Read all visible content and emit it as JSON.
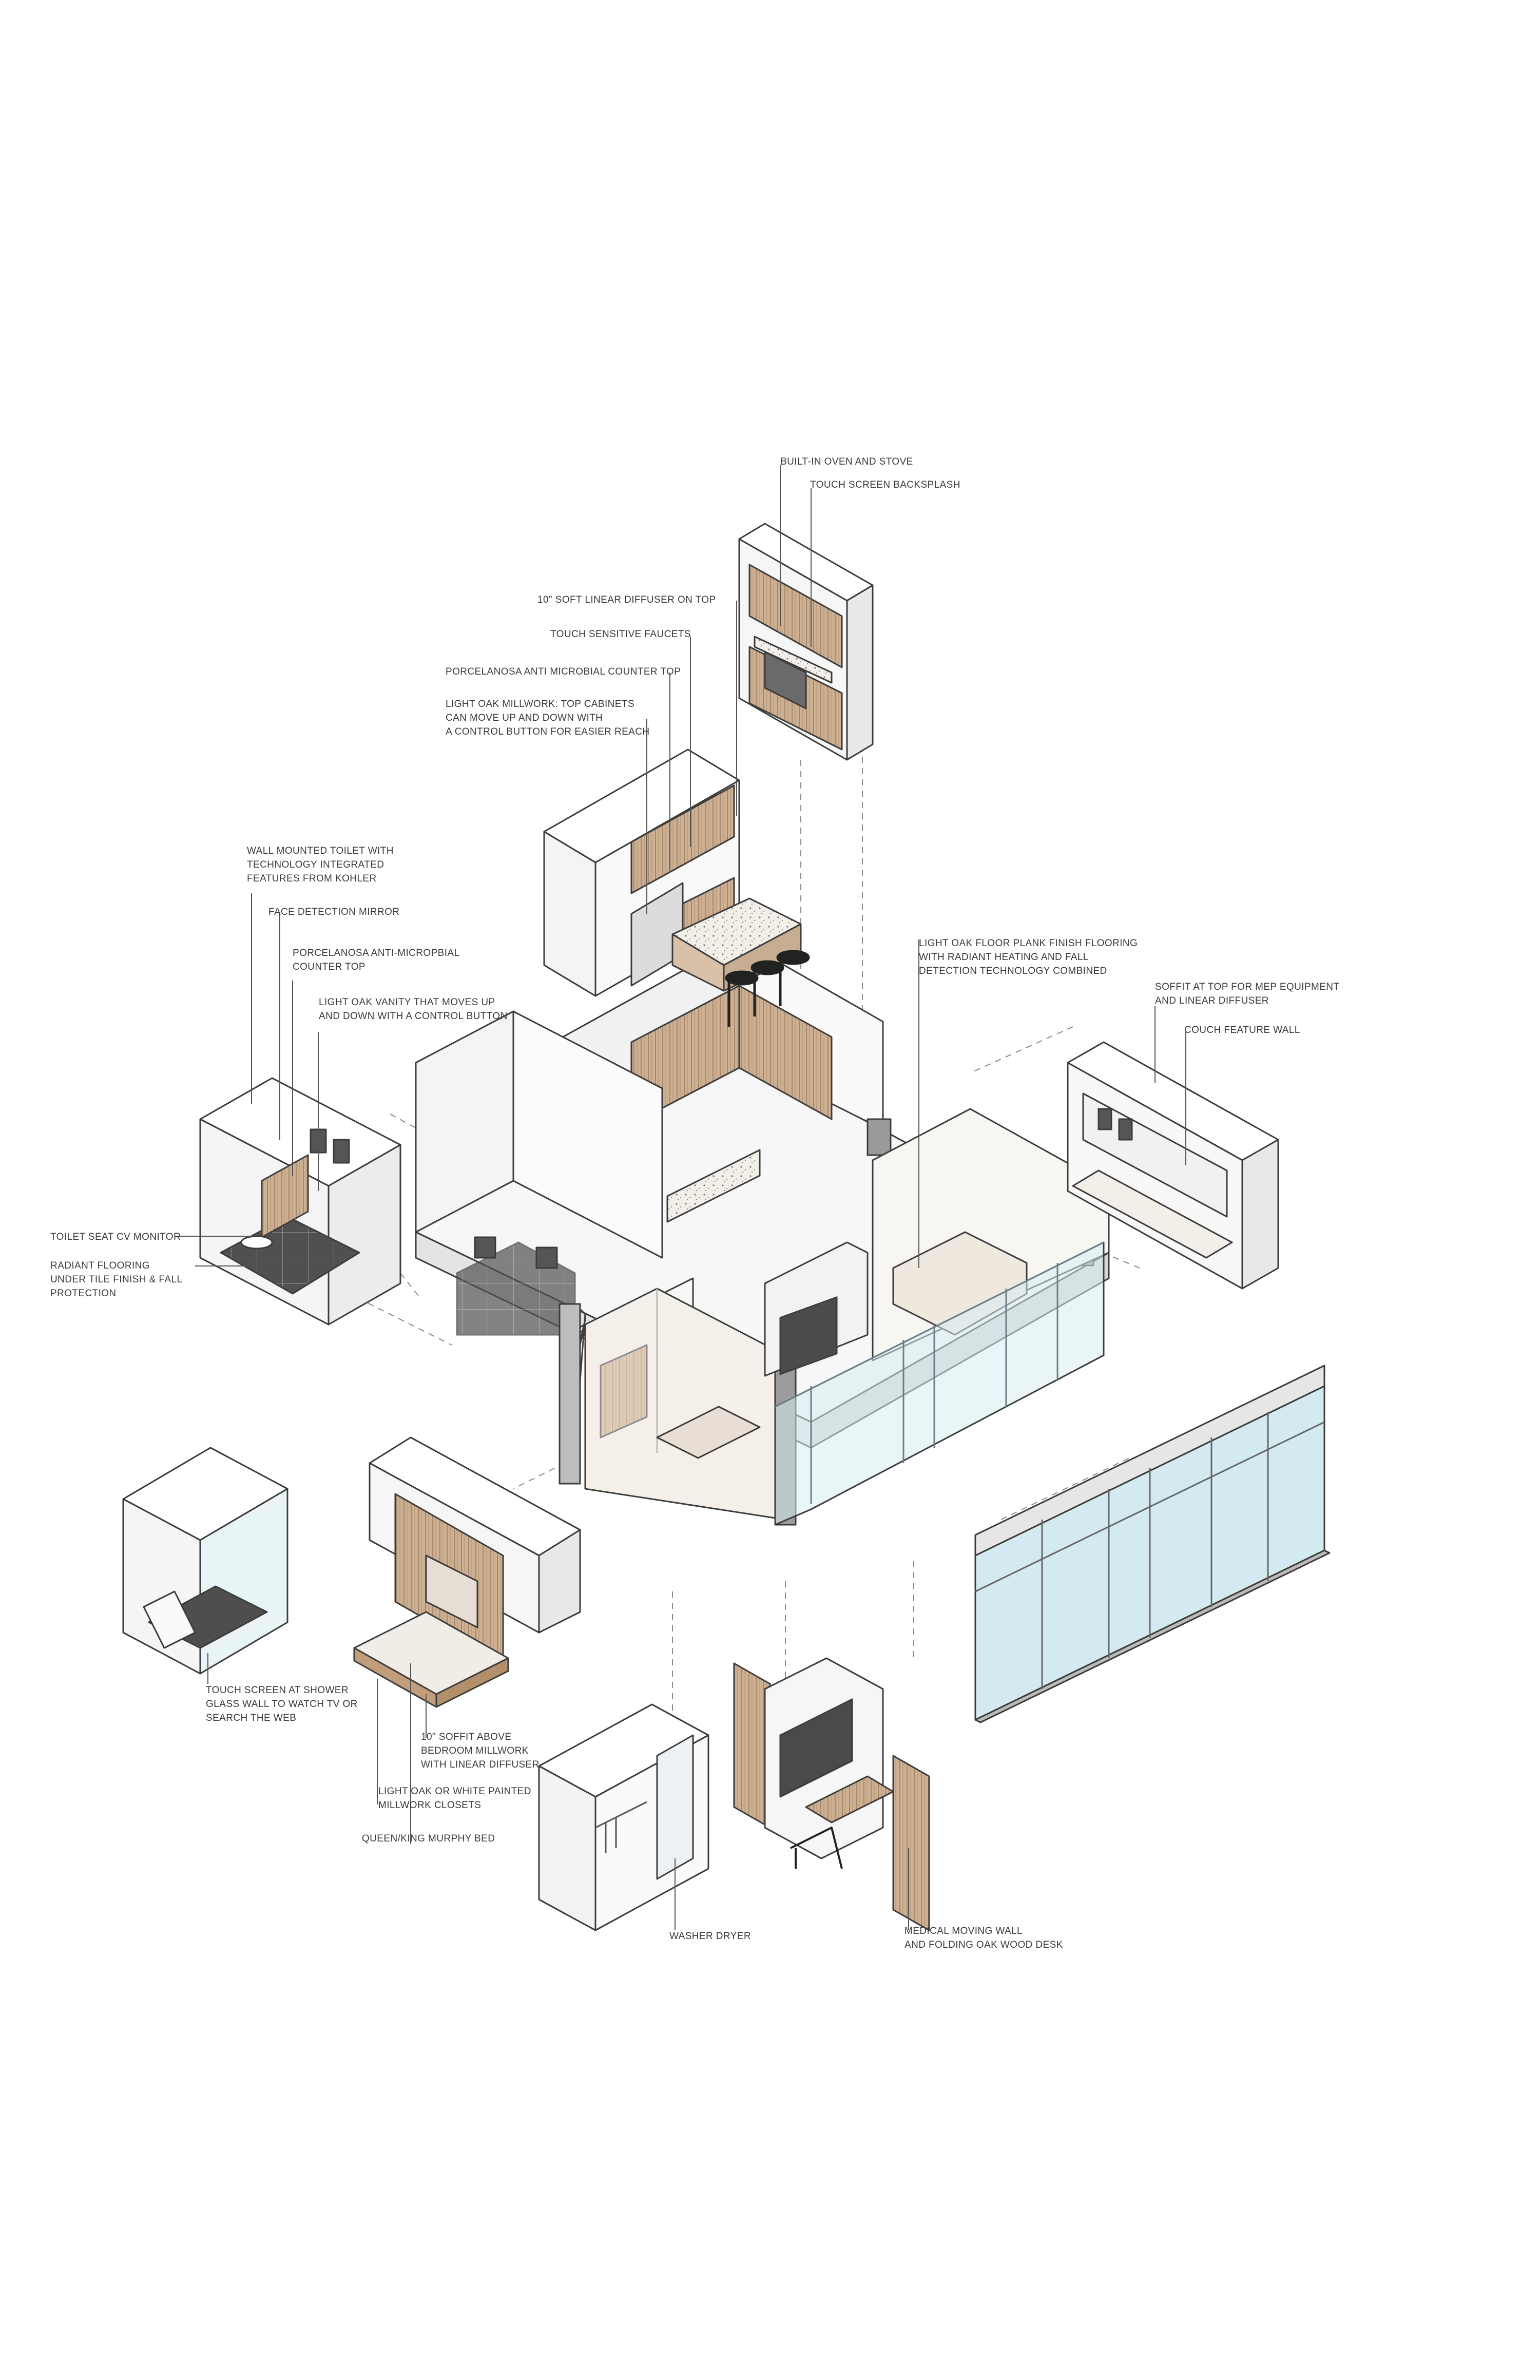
{
  "callouts": {
    "oven": "BUILT-IN OVEN AND STOVE",
    "backsplash": "TOUCH SCREEN BACKSPLASH",
    "diffuser_top": "10\" SOFT LINEAR DIFFUSER ON TOP",
    "faucets": "TOUCH SENSITIVE FAUCETS",
    "kitchen_counter": "PORCELANOSA ANTI MICROBIAL COUNTER TOP",
    "kitchen_millwork": "LIGHT OAK MILLWORK: TOP CABINETS\nCAN MOVE UP AND DOWN WITH\nA CONTROL BUTTON FOR EASIER REACH",
    "toilet": "WALL MOUNTED TOILET WITH\nTECHNOLOGY INTEGRATED\nFEATURES FROM KOHLER",
    "mirror": "FACE DETECTION MIRROR",
    "bath_counter": "PORCELANOSA ANTI-MICROPBIAL\nCOUNTER TOP",
    "vanity": "LIGHT OAK VANITY THAT  MOVES UP\nAND DOWN WITH A CONTROL BUTTON",
    "flooring": "LIGHT OAK FLOOR PLANK FINISH FLOORING\nWITH RADIANT HEATING AND FALL\nDETECTION TECHNOLOGY COMBINED",
    "soffit_mep": "SOFFIT AT TOP FOR MEP EQUIPMENT\nAND LINEAR DIFFUSER",
    "couch_wall": "COUCH FEATURE WALL",
    "toilet_monitor": "TOILET SEAT CV MONITOR",
    "radiant_floor": "RADIANT FLOORING\nUNDER TILE FINISH & FALL\nPROTECTION",
    "shower_screen": "TOUCH SCREEN AT SHOWER\nGLASS WALL TO WATCH TV OR\nSEARCH THE WEB",
    "bedroom_soffit": "10\" SOFFIT ABOVE\nBEDROOM MILLWORK\nWITH LINEAR DIFFUSER",
    "closets": "LIGHT OAK OR WHITE PAINTED\nMILLWORK CLOSETS",
    "murphy_bed": "QUEEN/KING MURPHY BED",
    "washer": "WASHER DRYER",
    "medical_wall": "MEDICAL MOVING WALL\nAND FOLDING OAK WOOD DESK"
  },
  "colors": {
    "line": "#3c3c3c",
    "oak": "#c9a98a",
    "oak_dark": "#a9876a",
    "glass": "#cfe6ec",
    "tile": "#4a4a4a",
    "wall_shade": "#ededed"
  }
}
